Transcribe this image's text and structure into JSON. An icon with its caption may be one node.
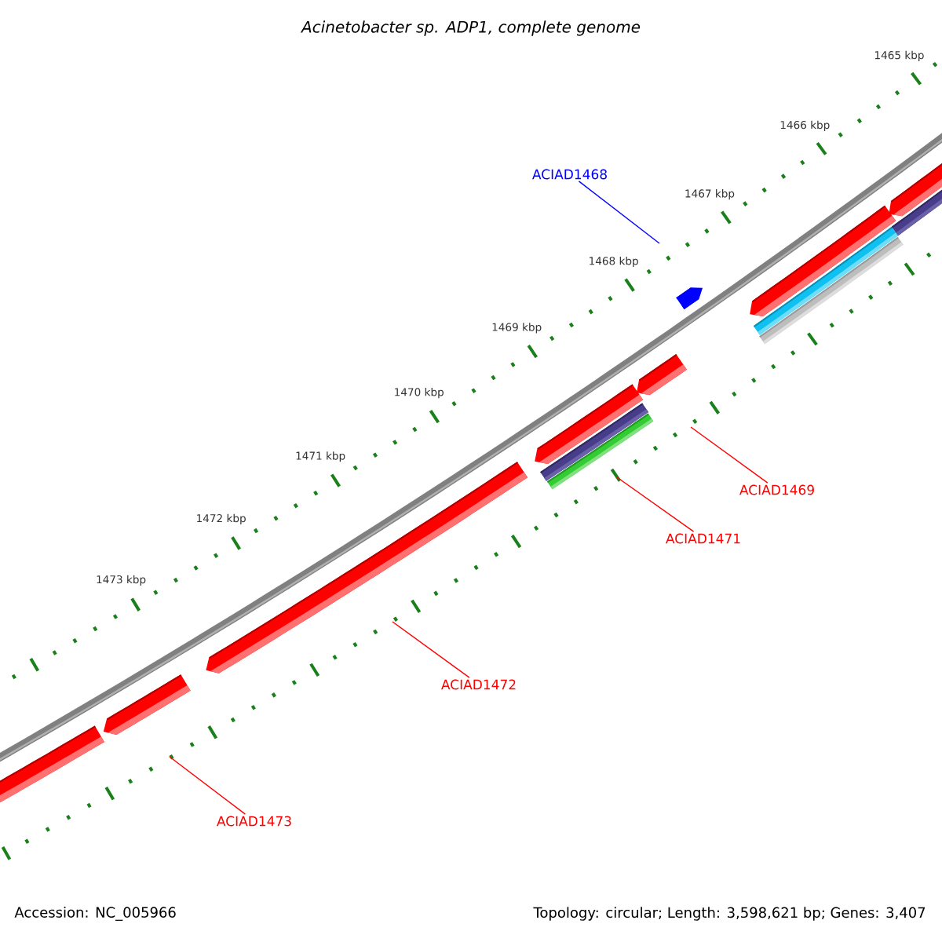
{
  "diagram": {
    "title": "Acinetobacter sp. ADP1, complete genome",
    "nodes": [
      {
        "text": [
          "ACIAD1468"
        ]
      },
      {
        "text": [
          "ACIAD1469"
        ]
      },
      {
        "text": [
          "ACIAD1471"
        ]
      },
      {
        "text": [
          "ACIAD1472"
        ]
      },
      {
        "text": [
          "ACIAD1473"
        ]
      }
    ],
    "edges": [
      {
        "from": 0,
        "to": null,
        "arrow": "none",
        "color": "#0000ff"
      },
      {
        "from": 1,
        "to": null,
        "arrow": "none"
      },
      {
        "from": 2,
        "to": null,
        "arrow": "none"
      },
      {
        "from": 3,
        "to": null,
        "arrow": "none"
      },
      {
        "from": 4,
        "to": null,
        "arrow": "none"
      }
    ],
    "labels": [
      "1465 kbp",
      "1466 kbp",
      "1467 kbp",
      "1468 kbp",
      "1469 kbp",
      "1470 kbp",
      "1471 kbp",
      "1472 kbp",
      "1473 kbp",
      "Accession: NC_005966",
      "Topology: circular; Length: 3,598,621 bp; Genes: 3,407"
    ]
  }
}
